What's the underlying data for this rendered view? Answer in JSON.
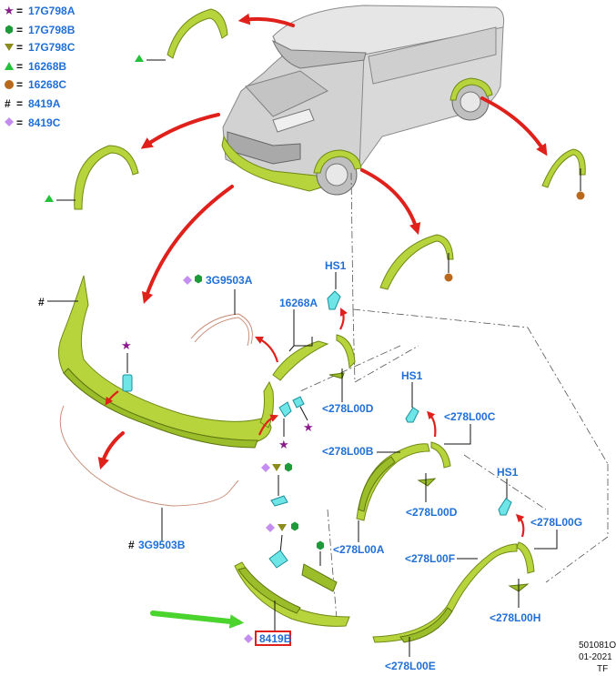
{
  "legend": [
    {
      "symbol": "star",
      "color": "#8a1d8c",
      "code": "17G798A"
    },
    {
      "symbol": "hexagon",
      "color": "#1f9a3a",
      "code": "17G798B"
    },
    {
      "symbol": "triangle-down",
      "color": "#8c8c1c",
      "code": "17G798C"
    },
    {
      "symbol": "triangle-up",
      "color": "#22c23a",
      "code": "16268B"
    },
    {
      "symbol": "circle",
      "color": "#b8691e",
      "code": "16268C"
    },
    {
      "symbol": "hash",
      "color": "#111111",
      "code": "8419A"
    },
    {
      "symbol": "diamond",
      "color": "#c48ef0",
      "code": "8419C"
    }
  ],
  "legend_eq": "=",
  "labels": {
    "hs1_a": "HS1",
    "hs1_b": "HS1",
    "hs1_c": "HS1",
    "part_16268A": "16268A",
    "part_3G9503A": "3G9503A",
    "part_3G9503B": "3G9503B",
    "part_278L00D_a": "<278L00D",
    "part_278L00C": "<278L00C",
    "part_278L00B": "<278L00B",
    "part_278L00D_b": "<278L00D",
    "part_278L00A": "<278L00A",
    "part_278L00F": "<278L00F",
    "part_278L00G": "<278L00G",
    "part_278L00H": "<278L00H",
    "part_278L00E": "<278L00E",
    "part_8419B": "8419B"
  },
  "symbols": {
    "hash": "#",
    "star": "★"
  },
  "meta": {
    "id": "501081O",
    "date": "01-2021",
    "tag": "TF"
  },
  "colors": {
    "part": "#b8d43c",
    "arrow": "#e0201b",
    "label": "#1f6fd6",
    "highlight_box": "#e0201b",
    "green_arrow": "#4bd32e"
  }
}
